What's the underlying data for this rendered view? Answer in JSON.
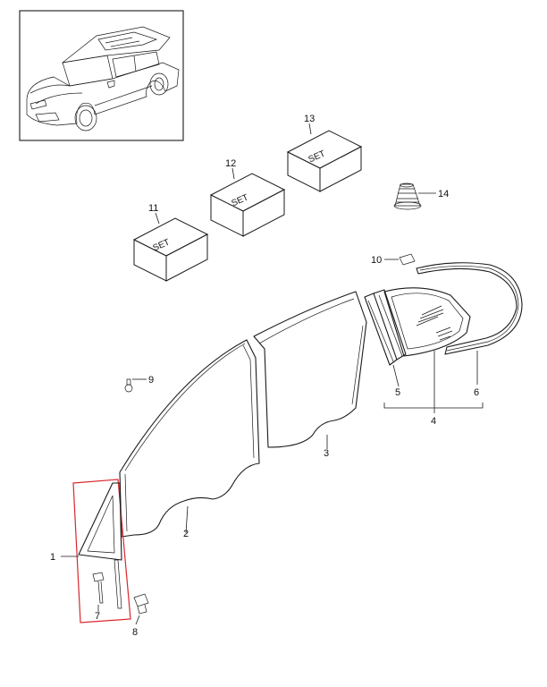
{
  "callouts": {
    "c1": "1",
    "c2": "2",
    "c3": "3",
    "c4": "4",
    "c5": "5",
    "c6": "6",
    "c7": "7",
    "c8": "8",
    "c9": "9",
    "c10": "10",
    "c11": "11",
    "c12": "12",
    "c13": "13",
    "c14": "14"
  },
  "set_labels": {
    "box11": "SET",
    "box12": "SET",
    "box13": "SET"
  },
  "colors": {
    "line": "#1a1a1a",
    "highlight": "#d9262c"
  },
  "icons": {
    "vehicle": "suv-vehicle-illustration"
  }
}
